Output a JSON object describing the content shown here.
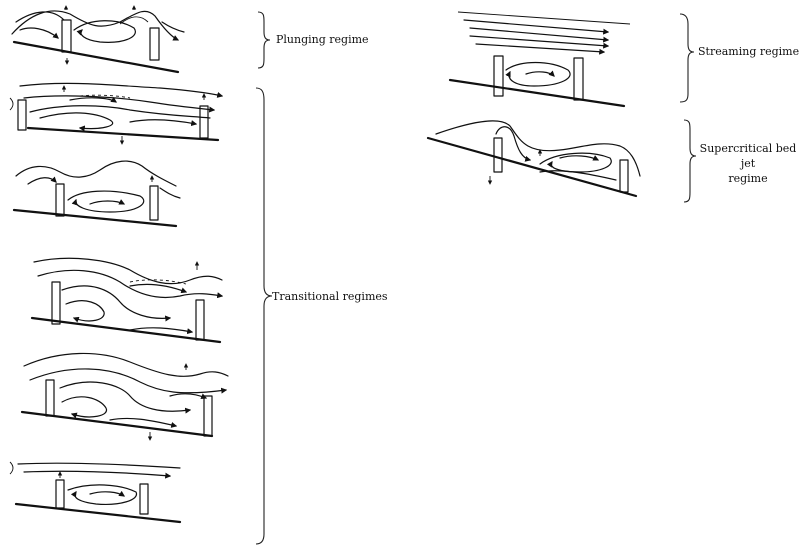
{
  "labels": {
    "plunging": "Plunging regime",
    "transitional": "Transitional regimes",
    "streaming": "Streaming regime",
    "supercritical_line1": "Supercritical bed jet",
    "supercritical_line2": "regime"
  },
  "colors": {
    "ink": "#111111",
    "background": "#ffffff"
  }
}
